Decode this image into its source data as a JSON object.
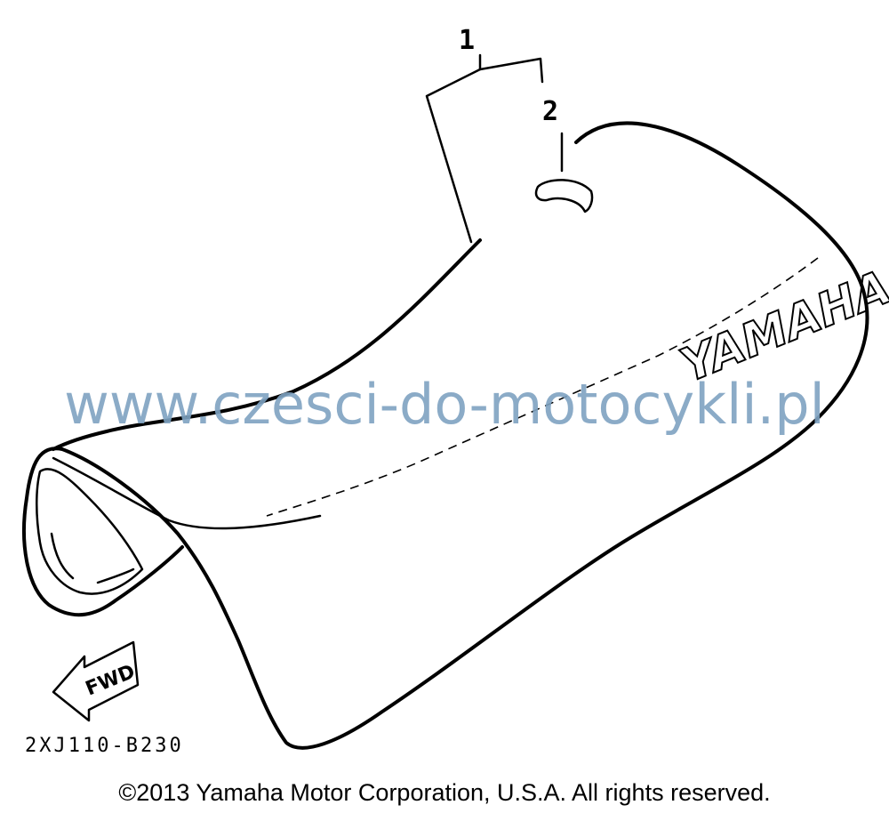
{
  "callouts": [
    {
      "number": "1",
      "part": "seat"
    },
    {
      "number": "2",
      "part": "seat strap/clip"
    }
  ],
  "part_code": "2XJ110-B230",
  "forward_label": "FWD",
  "seat_branding": "YAMAHA",
  "watermark": "www.czesci-do-motocykli.pl",
  "copyright": "©2013 Yamaha Motor Corporation, U.S.A. All rights reserved.",
  "colors": {
    "line": "#000000",
    "watermark": "#7fa3c2",
    "background": "#ffffff"
  }
}
